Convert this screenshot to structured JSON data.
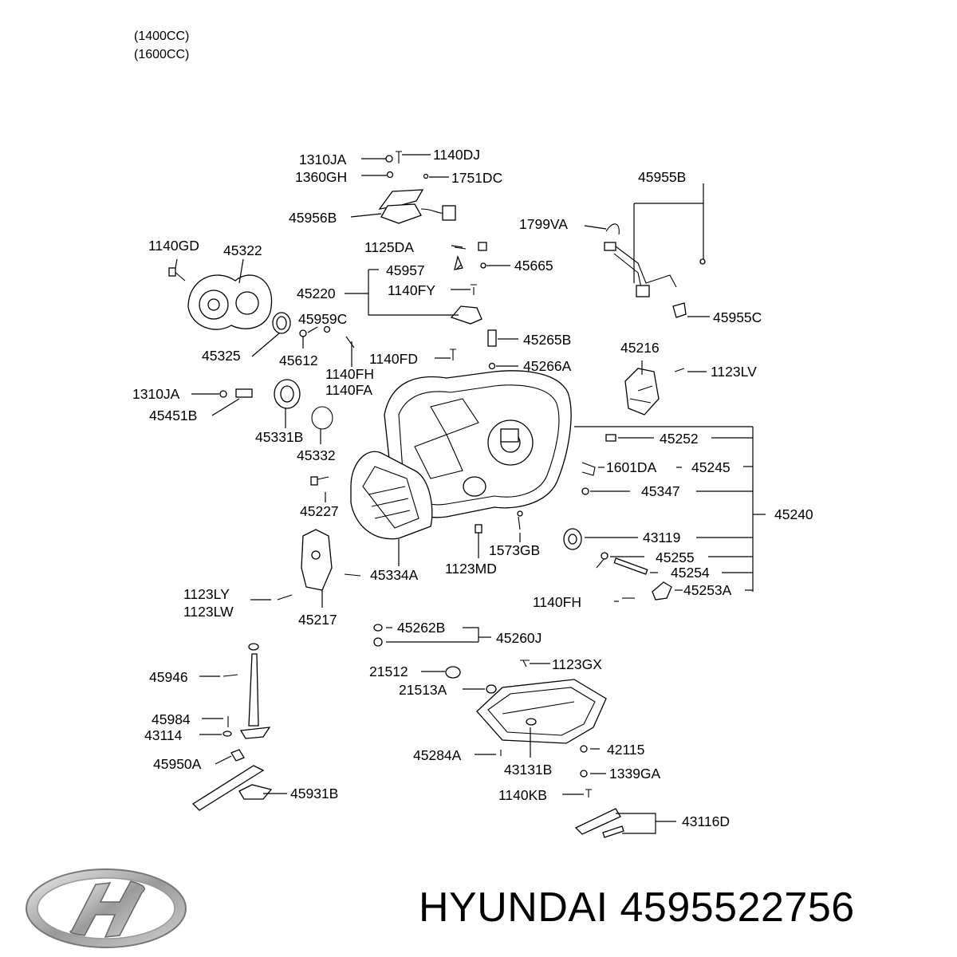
{
  "header": {
    "engine_lines": [
      "(1400CC)",
      "(1600CC)"
    ]
  },
  "callouts": [
    "1310JA",
    "1140DJ",
    "1360GH",
    "1751DC",
    "45956B",
    "45955B",
    "1799VA",
    "1140GD",
    "45322",
    "1125DA",
    "45957",
    "45665",
    "45220",
    "1140FY",
    "45955C",
    "45959C",
    "45325",
    "45612",
    "1140FH",
    "1140FA",
    "45265B",
    "1140FD",
    "45266A",
    "45216",
    "1123LV",
    "1310JA",
    "45451B",
    "45331B",
    "45332",
    "45252",
    "45245",
    "1601DA",
    "45347",
    "45227",
    "45240",
    "43119",
    "1573GB",
    "1123MD",
    "45255",
    "45254",
    "45334A",
    "45253A",
    "1123LY",
    "1123LW",
    "45217",
    "1140FH",
    "45262B",
    "45260J",
    "1123GX",
    "21512",
    "45946",
    "21513A",
    "45984",
    "43114",
    "42115",
    "45284A",
    "45950A",
    "43131B",
    "1339GA",
    "45931B",
    "1140KB",
    "43116D"
  ],
  "footer": {
    "brand": "HYUNDAI",
    "part_number": "4595522756",
    "logo": "hyundai-logo"
  }
}
